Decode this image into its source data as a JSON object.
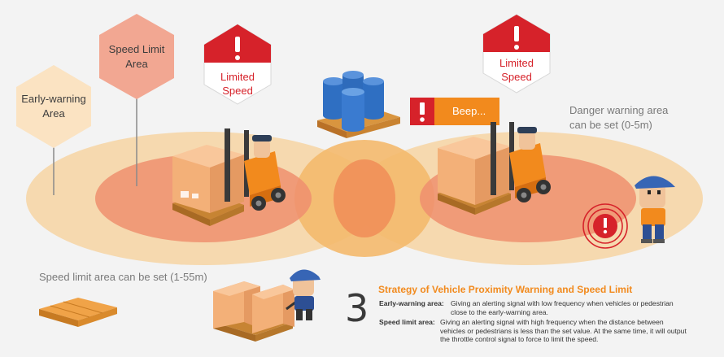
{
  "labels": {
    "early_warning_area": "Early-warning\nArea",
    "speed_limit_area": "Speed Limit\nArea",
    "limited_speed_left": "Limited\nSpeed",
    "limited_speed_right": "Limited\nSpeed",
    "beep": "Beep...",
    "danger_warning": "Danger warning area\ncan be set (0-5m)",
    "speed_limit_setting": "Speed limit area can be set (1-55m)"
  },
  "strategy": {
    "number": "3",
    "title": "Strategy of Vehicle Proximity Warning and Speed Limit",
    "items": [
      {
        "term": "Early-warning area:",
        "text": "Giving an alerting signal with low frequency when vehicles or pedestrian close to the early-warning area."
      },
      {
        "term": "Speed limit area:",
        "text": "Giving an alerting signal with high frequency when the distance between vehicles or pedestrians is less than the set value. At the same time, it will output the throttle control signal to force to limit the speed."
      }
    ]
  },
  "icons": [
    "warning-exclamation-icon",
    "alarm-signal-icon",
    "forklift-icon",
    "worker-icon",
    "barrel-icon",
    "pallet-icon",
    "cargo-box-icon"
  ],
  "colors": {
    "background": "#f3f3f3",
    "early_warning_zone": "#f6d7ab",
    "speed_limit_zone": "#ee8f6e",
    "overlap_zone": "#f4b96d",
    "alert_red": "#d6222a",
    "hex_early": "#fbe3c2",
    "hex_speed": "#f2a792",
    "beep_orange": "#f28a1d",
    "title_orange": "#f28a1d"
  }
}
